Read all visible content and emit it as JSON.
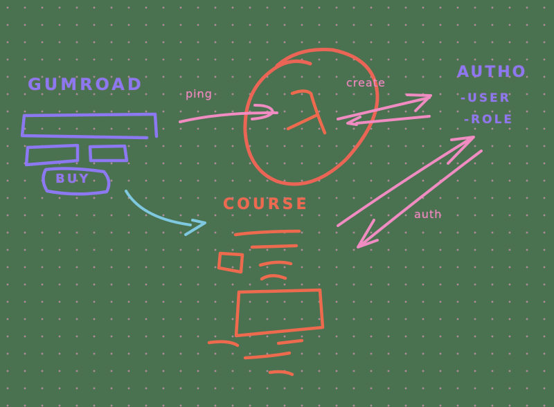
{
  "colors": {
    "background": "#4b7250",
    "grid_dot": "#b08a98",
    "purple": "#8c78f0",
    "orange": "#ee6a4e",
    "red": "#ea6555",
    "pink": "#f08cc2",
    "cyan": "#7ec8e0"
  },
  "nodes": {
    "gumroad": {
      "title": "GUMROAD",
      "buy_button": "BUY"
    },
    "lambda": {
      "symbol": "λ"
    },
    "auth0": {
      "title": "AUTHO",
      "items": [
        "-USER",
        "-ROLE"
      ]
    },
    "course": {
      "title": "COURSE"
    }
  },
  "edges": {
    "ping": {
      "label": "ping",
      "from": "gumroad",
      "to": "lambda"
    },
    "create": {
      "label": "create",
      "from": "lambda",
      "to": "auth0"
    },
    "buy_to_course": {
      "label": "",
      "from": "gumroad",
      "to": "course"
    },
    "auth": {
      "label": "auth",
      "from": "course",
      "to": "auth0"
    }
  }
}
